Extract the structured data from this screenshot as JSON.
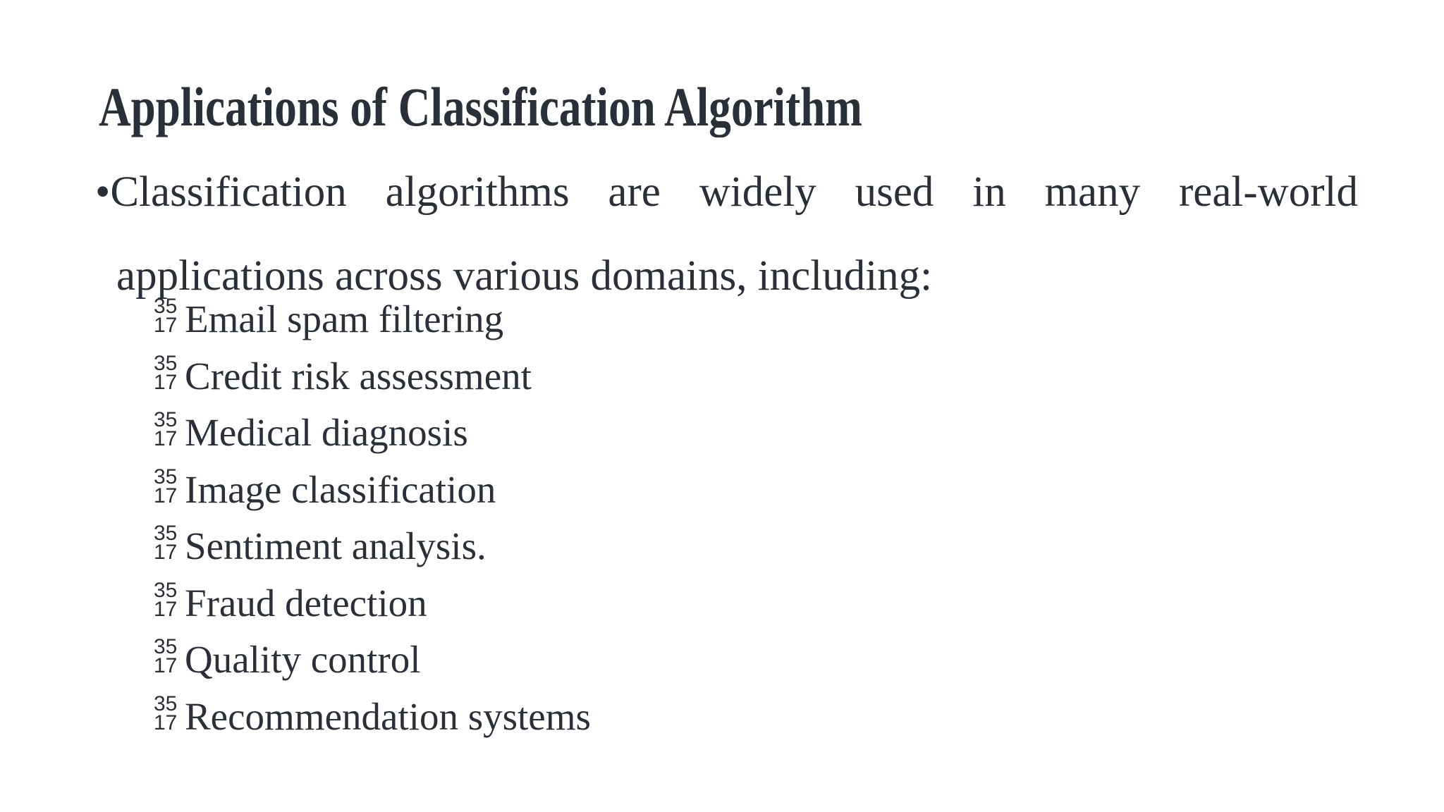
{
  "slide": {
    "title": "Applications of Classification Algorithm",
    "paragraph": {
      "bullet_glyph": "•",
      "line1": "Classification algorithms are widely used in many real-world",
      "line2": "applications across various domains, including:"
    },
    "list": {
      "marker_top": "35",
      "marker_bottom": "17",
      "items": [
        "Email spam filtering",
        "Credit risk assessment",
        "Medical diagnosis",
        "Image classification",
        "Sentiment analysis.",
        "Fraud detection",
        "Quality control",
        "Recommendation systems"
      ]
    },
    "colors": {
      "text": "#2a2f38",
      "background": "#ffffff"
    }
  }
}
